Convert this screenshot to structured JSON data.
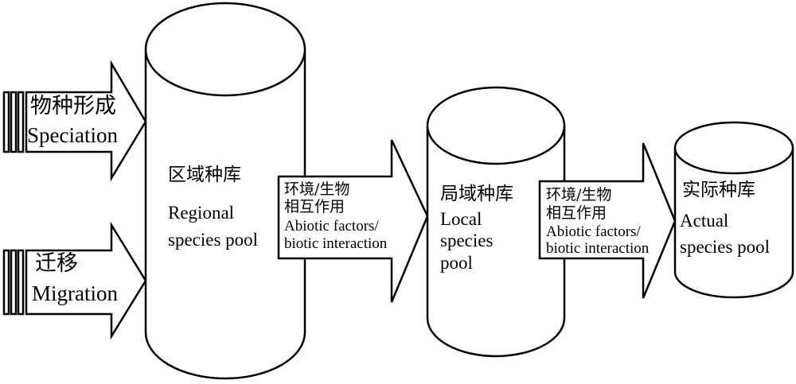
{
  "inputs": {
    "speciation": {
      "cn": "物种形成",
      "en": "Speciation"
    },
    "migration": {
      "cn": "迁移",
      "en": "Migration"
    }
  },
  "pools": {
    "regional": {
      "cn": "区域种库",
      "en_line1": "Regional",
      "en_line2": "species pool"
    },
    "local": {
      "cn": "局域种库",
      "en_line1": "Local",
      "en_line2": "species",
      "en_line3": "pool"
    },
    "actual": {
      "cn": "实际种库",
      "en_line1": "Actual",
      "en_line2": "species pool"
    }
  },
  "filters": {
    "first": {
      "cn_line1": "环境/生物",
      "cn_line2": "相互作用",
      "en_line1": "Abiotic factors/",
      "en_line2": "biotic interaction"
    },
    "second": {
      "cn_line1": "环境/生物",
      "cn_line2": "相互作用",
      "en_line1": "Abiotic factors/",
      "en_line2": "biotic interaction"
    }
  }
}
